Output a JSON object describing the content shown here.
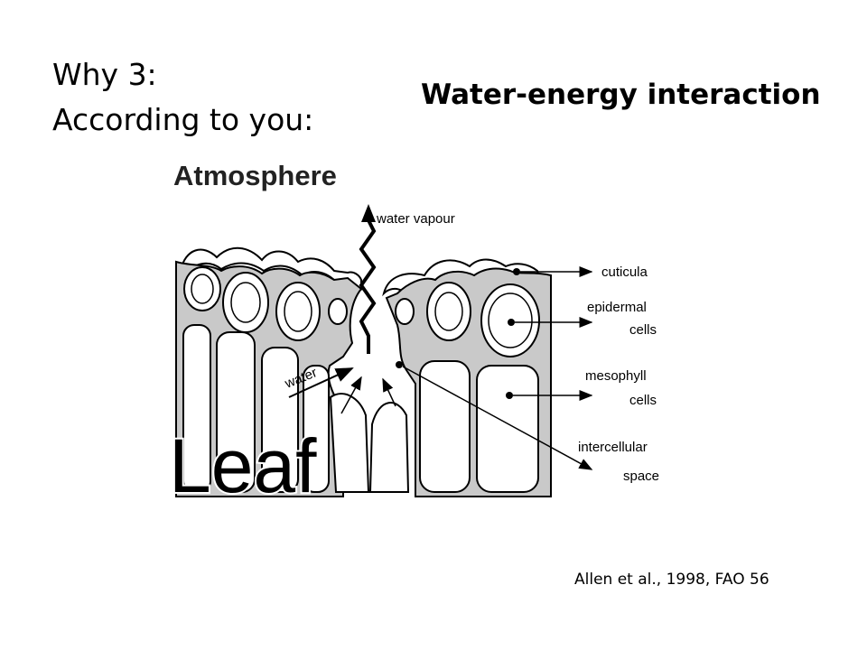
{
  "slide": {
    "heading_line1": "Why 3:",
    "heading_line2": "According to you:",
    "title": "Water-energy interaction",
    "citation": "Allen et al., 1998, FAO 56"
  },
  "diagram": {
    "atmosphere_label": "Atmosphere",
    "leaf_label": "Leaf",
    "water_vapour_label": "water vapour",
    "water_label": "water",
    "labels": {
      "cuticula": "cuticula",
      "epidermal_1": "epidermal",
      "epidermal_2": "cells",
      "mesophyll_1": "mesophyll",
      "mesophyll_2": "cells",
      "intercellular_1": "intercellular",
      "intercellular_2": "space"
    }
  }
}
